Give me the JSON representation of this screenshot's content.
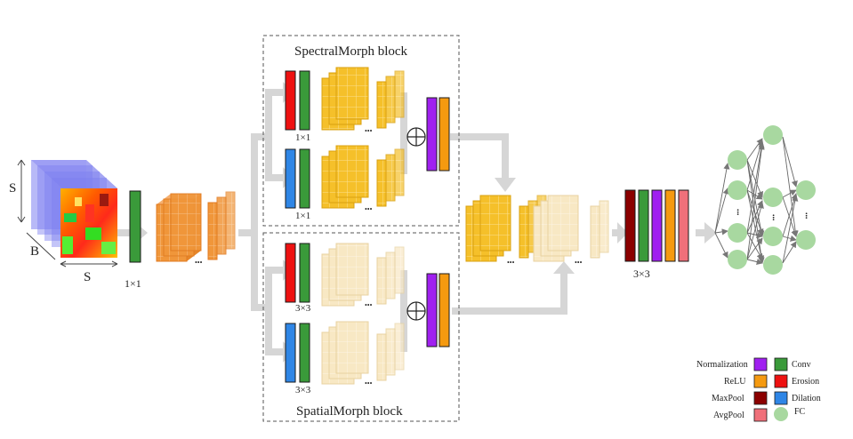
{
  "labels": {
    "cube_height": "S",
    "cube_depth": "B",
    "cube_width": "S",
    "conv_in": "1×1",
    "spectral_conv_top": "1×1",
    "spectral_conv_bottom": "1×1",
    "spatial_conv_top": "3×3",
    "spatial_conv_bottom": "3×3",
    "head_kernel": "3×3",
    "ellipsis": "•••",
    "plus": "⊕"
  },
  "blocks": {
    "spectral_title": "SpectralMorph block",
    "spatial_title": "SpatialMorph block"
  },
  "legend": [
    {
      "label": "Normalization",
      "color": "#a020f0"
    },
    {
      "label": "Conv",
      "color": "#3a9a3a"
    },
    {
      "label": "ReLU",
      "color": "#f59a10"
    },
    {
      "label": "Erosion",
      "color": "#ee1111"
    },
    {
      "label": "MaxPool",
      "color": "#8b0000"
    },
    {
      "label": "Dilation",
      "color": "#2f86e6"
    },
    {
      "label": "AvgPool",
      "color": "#f0707a"
    },
    {
      "label": "FC",
      "color": "#a8d8a0"
    }
  ],
  "colors": {
    "arrow": "#d6d6d6",
    "conv": "#3a9a3a",
    "erosion": "#ee1111",
    "dilation": "#2f86e6",
    "norm": "#a020f0",
    "relu": "#f59a10",
    "maxpool": "#8b0000",
    "avgpool": "#f0707a",
    "fc_node": "#a8d8a0",
    "orange_block": "#f0963a",
    "gold_block": "#f5c02a",
    "cream_block": "#f8e8c4",
    "cube_blue": "#7d7ff0"
  }
}
